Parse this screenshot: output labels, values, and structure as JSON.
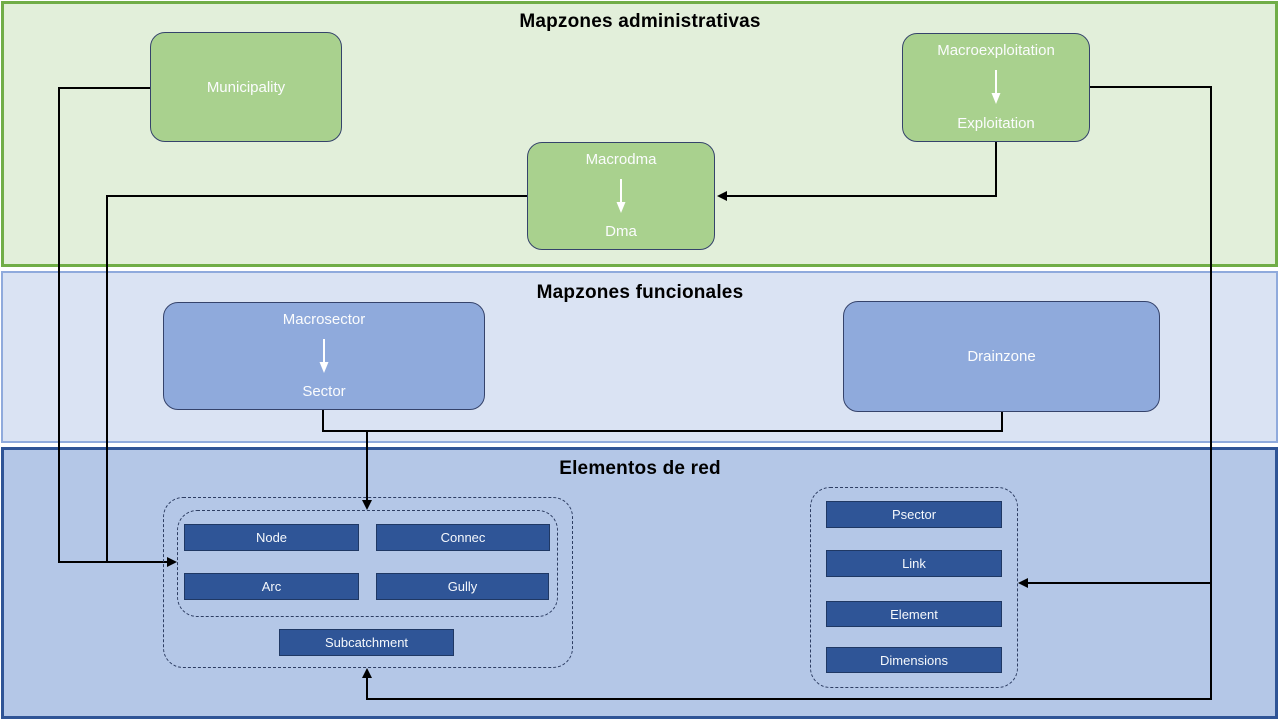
{
  "diagram": {
    "sections": [
      {
        "id": "administrative",
        "title": "Mapzones administrativas"
      },
      {
        "id": "functional",
        "title": "Mapzones funcionales"
      },
      {
        "id": "network",
        "title": "Elementos de red"
      }
    ],
    "nodes": {
      "municipality": {
        "label": "Municipality"
      },
      "macroexploitation": {
        "parent": "Macroexploitation",
        "child": "Exploitation"
      },
      "macrodma": {
        "parent": "Macrodma",
        "child": "Dma"
      },
      "macrosector": {
        "parent": "Macrosector",
        "child": "Sector"
      },
      "drainzone": {
        "label": "Drainzone"
      },
      "network_left": {
        "node": "Node",
        "connec": "Connec",
        "arc": "Arc",
        "gully": "Gully",
        "subcatchment": "Subcatchment"
      },
      "network_right": {
        "psector": "Psector",
        "link": "Link",
        "element": "Element",
        "dimensions": "Dimensions"
      }
    },
    "colors": {
      "admin_bg": "#e2efda",
      "admin_border": "#70ad47",
      "admin_node_fill": "#a9d18e",
      "functional_bg": "#dae3f3",
      "functional_border": "#8faadc",
      "functional_node_fill": "#8faadc",
      "network_bg": "#b4c7e7",
      "network_border": "#2f5496",
      "network_node_fill": "#2f5597",
      "node_border": "#35436b",
      "connector": "#000000",
      "node_text": "#ffffff",
      "title_text": "#000000"
    }
  }
}
